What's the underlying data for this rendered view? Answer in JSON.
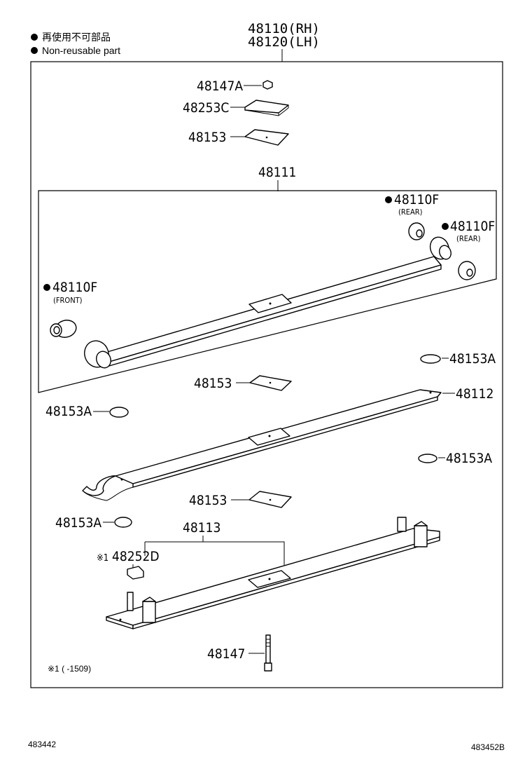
{
  "legend": {
    "jp": "再使用不可部品",
    "en": "Non-reusable part"
  },
  "assembly": {
    "rh": "48110(RH)",
    "lh": "48120(LH)"
  },
  "parts": {
    "p48147A": "48147A",
    "p48253C": "48253C",
    "p48153_top": "48153",
    "p48111": "48111",
    "bush_rear1": "48110F",
    "bush_rear1_note": "(REAR)",
    "bush_rear2": "48110F",
    "bush_rear2_note": "(REAR)",
    "bush_front": "48110F",
    "bush_front_note": "(FRONT)",
    "p48153A_r1": "48153A",
    "p48153_mid": "48153",
    "p48112": "48112",
    "p48153A_l1": "48153A",
    "p48153A_r2": "48153A",
    "p48153_low": "48153",
    "p48153A_l2": "48153A",
    "p48113": "48113",
    "p48252D": "48252D",
    "p48252D_mark": "※1",
    "p48147": "48147",
    "footnote": "※1 (      -1509)"
  },
  "footer": {
    "left": "483442",
    "right": "483452B"
  }
}
